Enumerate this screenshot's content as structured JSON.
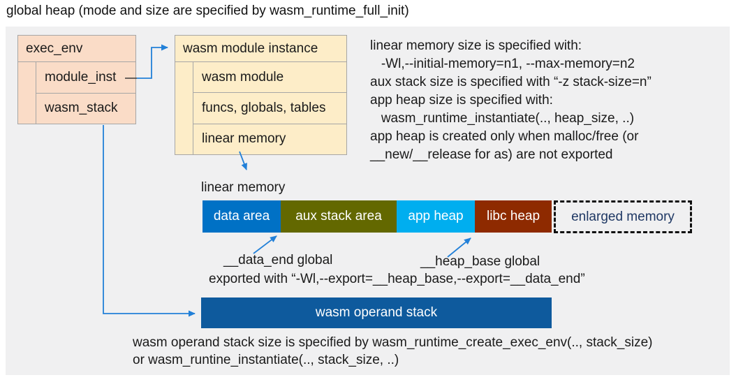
{
  "title": "global heap (mode and size are specified by wasm_runtime_full_init)",
  "exec_env": {
    "header": "exec_env",
    "rows": [
      "module_inst",
      "wasm_stack"
    ]
  },
  "module_instance": {
    "header": "wasm module instance",
    "rows": [
      "wasm module",
      "funcs, globals, tables",
      "linear memory"
    ]
  },
  "info_block": {
    "lines": [
      "linear memory size is specified with:",
      "   -Wl,--initial-memory=n1, --max-memory=n2",
      "aux stack size is specified with “-z stack-size=n”",
      "app heap size is specified with:",
      "   wasm_runtime_instantiate(.., heap_size, ..)",
      "app heap is created only when malloc/free (or",
      "__new/__release for as) are not exported"
    ]
  },
  "linear_memory": {
    "label": "linear memory",
    "segments": [
      {
        "label": "data area",
        "color": "#0071C5"
      },
      {
        "label": "aux stack area",
        "color": "#636800"
      },
      {
        "label": "app heap",
        "color": "#00AEEF"
      },
      {
        "label": "libc heap",
        "color": "#8E2A00"
      }
    ],
    "enlarged_label": "enlarged memory"
  },
  "globals": {
    "data_end": "__data_end global",
    "heap_base": "__heap_base global",
    "exported": "exported with “-Wl,--export=__heap_base,--export=__data_end”"
  },
  "operand_stack": {
    "label": "wasm operand stack",
    "note_lines": [
      "wasm operand stack size is specified by wasm_runtime_create_exec_env(.., stack_size)",
      "or wasm_runtine_instantiate(.., stack_size, ..)"
    ]
  },
  "colors": {
    "connector_blue": "#2280D8",
    "operand_stack_bg": "#0E5A9D",
    "enlarged_text": "#1F3864",
    "exec_env_fill": "#FADCC7",
    "module_instance_fill": "#FDEDC8",
    "panel_bg": "#F0F0F1",
    "box_border": "#A6A6A6"
  }
}
